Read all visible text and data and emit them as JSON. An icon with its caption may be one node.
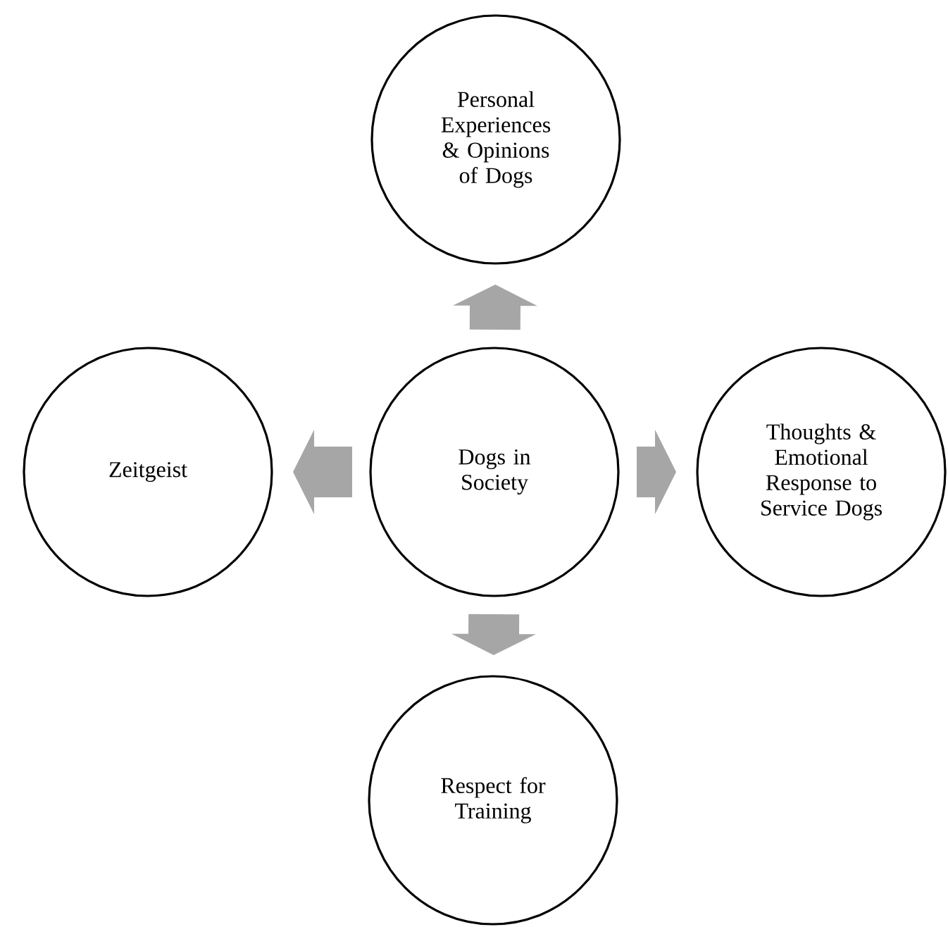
{
  "diagram": {
    "nodes": [
      {
        "text": [
          "Personal Experiences & Opinions of Dogs"
        ]
      },
      {
        "text": [
          "Zeitgeist"
        ]
      },
      {
        "text": [
          "Dogs in Society"
        ]
      },
      {
        "text": [
          "Thoughts & Emotional Response to Service Dogs"
        ]
      },
      {
        "text": [
          "Respect for Training"
        ]
      }
    ],
    "edges": [
      {
        "from": 2,
        "to": 0,
        "arrow": "to"
      },
      {
        "from": 2,
        "to": 1,
        "arrow": "to"
      },
      {
        "from": 2,
        "to": 3,
        "arrow": "to"
      },
      {
        "from": 2,
        "to": 4,
        "arrow": "to"
      }
    ]
  }
}
